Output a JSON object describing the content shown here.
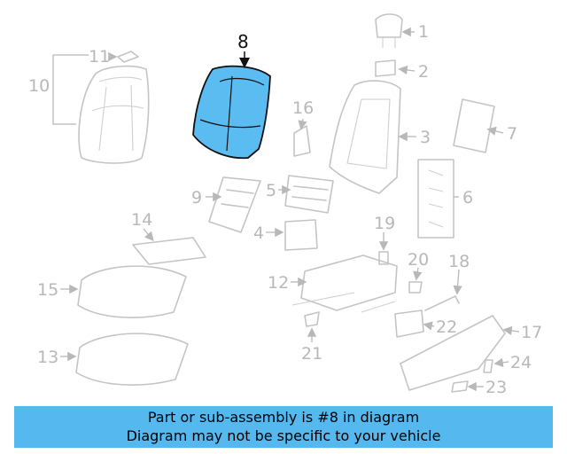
{
  "diagram": {
    "highlighted_part": "8",
    "highlight_color": "#5bbcf2",
    "callouts": [
      "1",
      "2",
      "3",
      "4",
      "5",
      "6",
      "7",
      "8",
      "9",
      "10",
      "11",
      "12",
      "13",
      "14",
      "15",
      "16",
      "17",
      "18",
      "19",
      "20",
      "21",
      "22",
      "23",
      "24"
    ]
  },
  "banner": {
    "line1": "Part or sub-assembly is #8 in diagram",
    "line2": "Diagram may not be specific to your vehicle",
    "color": "#55b8ef"
  }
}
